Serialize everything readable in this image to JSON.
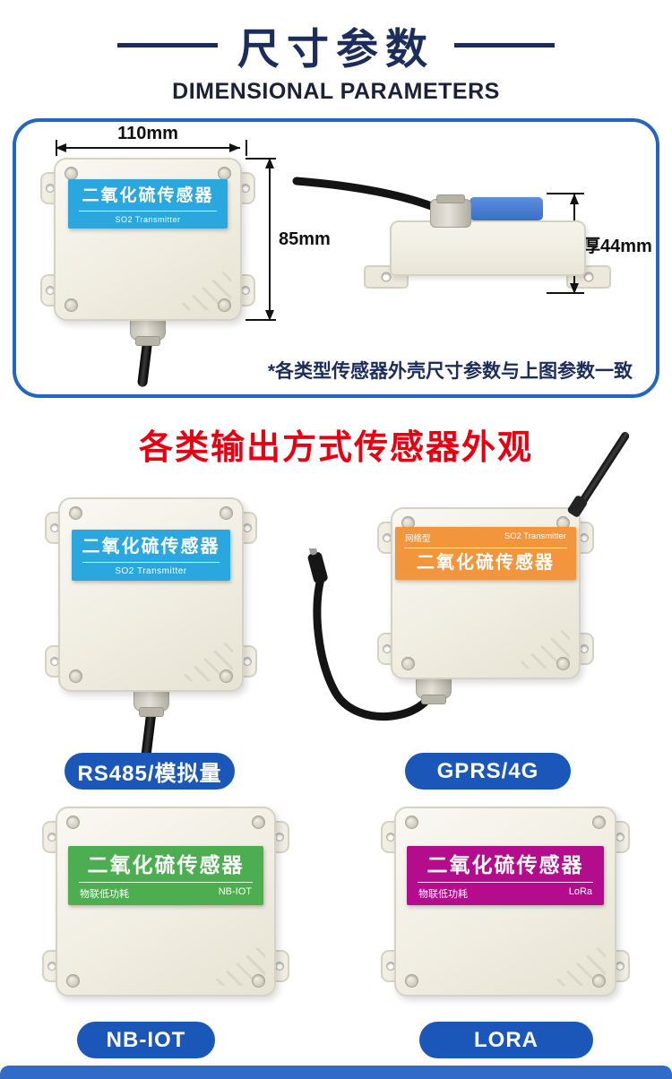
{
  "theme": {
    "accent_blue": "#2465c2",
    "button_blue": "#1b57b8",
    "title_navy": "#1c2d5c",
    "heading_red": "#e60012",
    "bottom_bar_blue": "#2f6cc9"
  },
  "header": {
    "title": "尺寸参数",
    "subtitle": "DIMENSIONAL PARAMETERS"
  },
  "spec": {
    "front": {
      "label_title": "二氧化硫传感器",
      "label_sub": "SO2 Transmitter",
      "label_color": "#2aa7df"
    },
    "dim_width": "110mm",
    "dim_height": "85mm",
    "dim_depth": "厚44mm",
    "note": "*各类型传感器外壳尺寸参数与上图参数一致"
  },
  "section": {
    "heading": "各类输出方式传感器外观"
  },
  "variants": [
    {
      "button": "RS485/模拟量",
      "label_title": "二氧化硫传感器",
      "label_sub": "SO2 Transmitter",
      "label_color": "#2aa7df"
    },
    {
      "button": "GPRS/4G",
      "label_top_left": "网络型",
      "label_top_right": "SO2 Transmitter",
      "label_title": "二氧化硫传感器",
      "label_color": "#f2953c"
    },
    {
      "button": "NB-IOT",
      "label_title": "二氧化硫传感器",
      "label_sub_left": "物联低功耗",
      "label_sub_right": "NB-IOT",
      "label_color": "#4cae50"
    },
    {
      "button": "LORA",
      "label_title": "二氧化硫传感器",
      "label_sub_left": "物联低功耗",
      "label_sub_right": "LoRa",
      "label_color": "#b30c8d"
    }
  ]
}
